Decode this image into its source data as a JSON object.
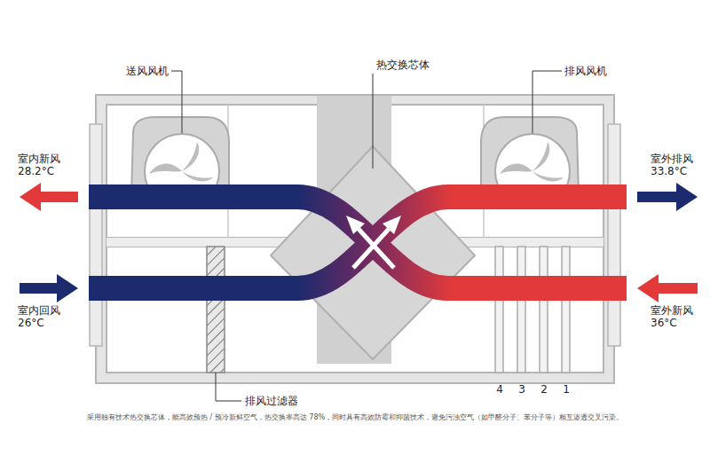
{
  "diagram": {
    "caption": "采用独有技术热交换芯体，能高效预热 / 预冷新鲜空气，热交换率高达 78%，同时具有高效防霉和抑菌技术，避免污浊空气（如甲醛分子、苯分子等）相互渗透交叉污染。",
    "labels": [
      "送风风机",
      "热交换芯体",
      "排风风机",
      "室内新风",
      "28.2°C",
      "室外排风",
      "33.8°C",
      "室内回风",
      "26°C",
      "室外新风",
      "36°C",
      "排风过滤器",
      "4",
      "3",
      "2",
      "1"
    ]
  }
}
